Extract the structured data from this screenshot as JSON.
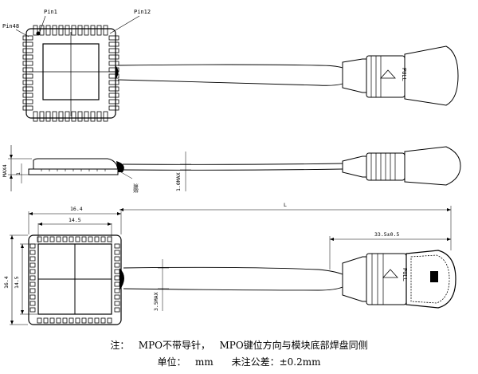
{
  "top_view": {
    "pin1_label": "Pin1",
    "pin12_label": "Pin12",
    "pin48_label": "Pin48",
    "pull_label": "PULL"
  },
  "side_view": {
    "max_label": "MAX4",
    "small_dim": "1",
    "glue_label": "滴胶",
    "max_cable": "1.0MAX"
  },
  "bottom_view": {
    "width_outer": "16.4",
    "width_inner": "14.5",
    "height_outer": "16.4",
    "height_inner": "14.5",
    "length_label": "L",
    "connector_dim": "33.5±0.5",
    "cable_max": "3.5MAX",
    "pull_label": "PULL"
  },
  "notes": {
    "line1_prefix": "注：",
    "line1_part1": "MPO不带导针，",
    "line1_part2": "MPO键位方向与模块底部焊盘同侧",
    "line2_unit_label": "单位：",
    "line2_unit_value": "mm",
    "line2_tol_label": "未注公差：",
    "line2_tol_value": "±0.2mm"
  }
}
